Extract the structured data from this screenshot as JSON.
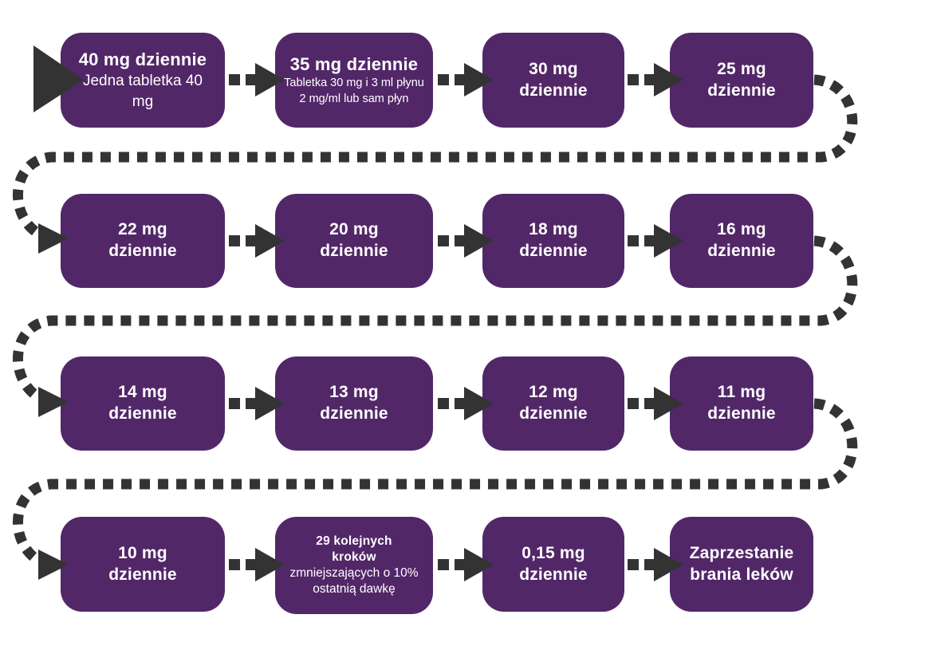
{
  "diagram": {
    "language": "pl",
    "colors": {
      "box-color": "#522768",
      "arrow-color": "#333333",
      "text-color": "#ffffff",
      "bg-color": "#ffffff"
    },
    "steps": [
      {
        "title": "40 mg dziennie",
        "subtitle": "Jedna tabletka 40 mg"
      },
      {
        "title": "35 mg dziennie",
        "subtitle": "Tabletka 30 mg i 3 ml płynu 2 mg/ml lub sam płyn"
      },
      {
        "title": "30 mg dziennie"
      },
      {
        "title": "25 mg dziennie"
      },
      {
        "title": "22 mg dziennie"
      },
      {
        "title": "20 mg dziennie"
      },
      {
        "title": "18 mg dziennie"
      },
      {
        "title": "16 mg dziennie"
      },
      {
        "title": "14 mg dziennie"
      },
      {
        "title": "13 mg dziennie"
      },
      {
        "title": "12 mg dziennie"
      },
      {
        "title": "11 mg dziennie"
      },
      {
        "title": "10 mg dziennie"
      },
      {
        "title": "29 kolejnych kroków",
        "subtitle": "zmniejszających o 10% ostatnią dawkę"
      },
      {
        "title": "0,15 mg dziennie"
      },
      {
        "title": "Zaprzestanie brania leków"
      }
    ]
  }
}
